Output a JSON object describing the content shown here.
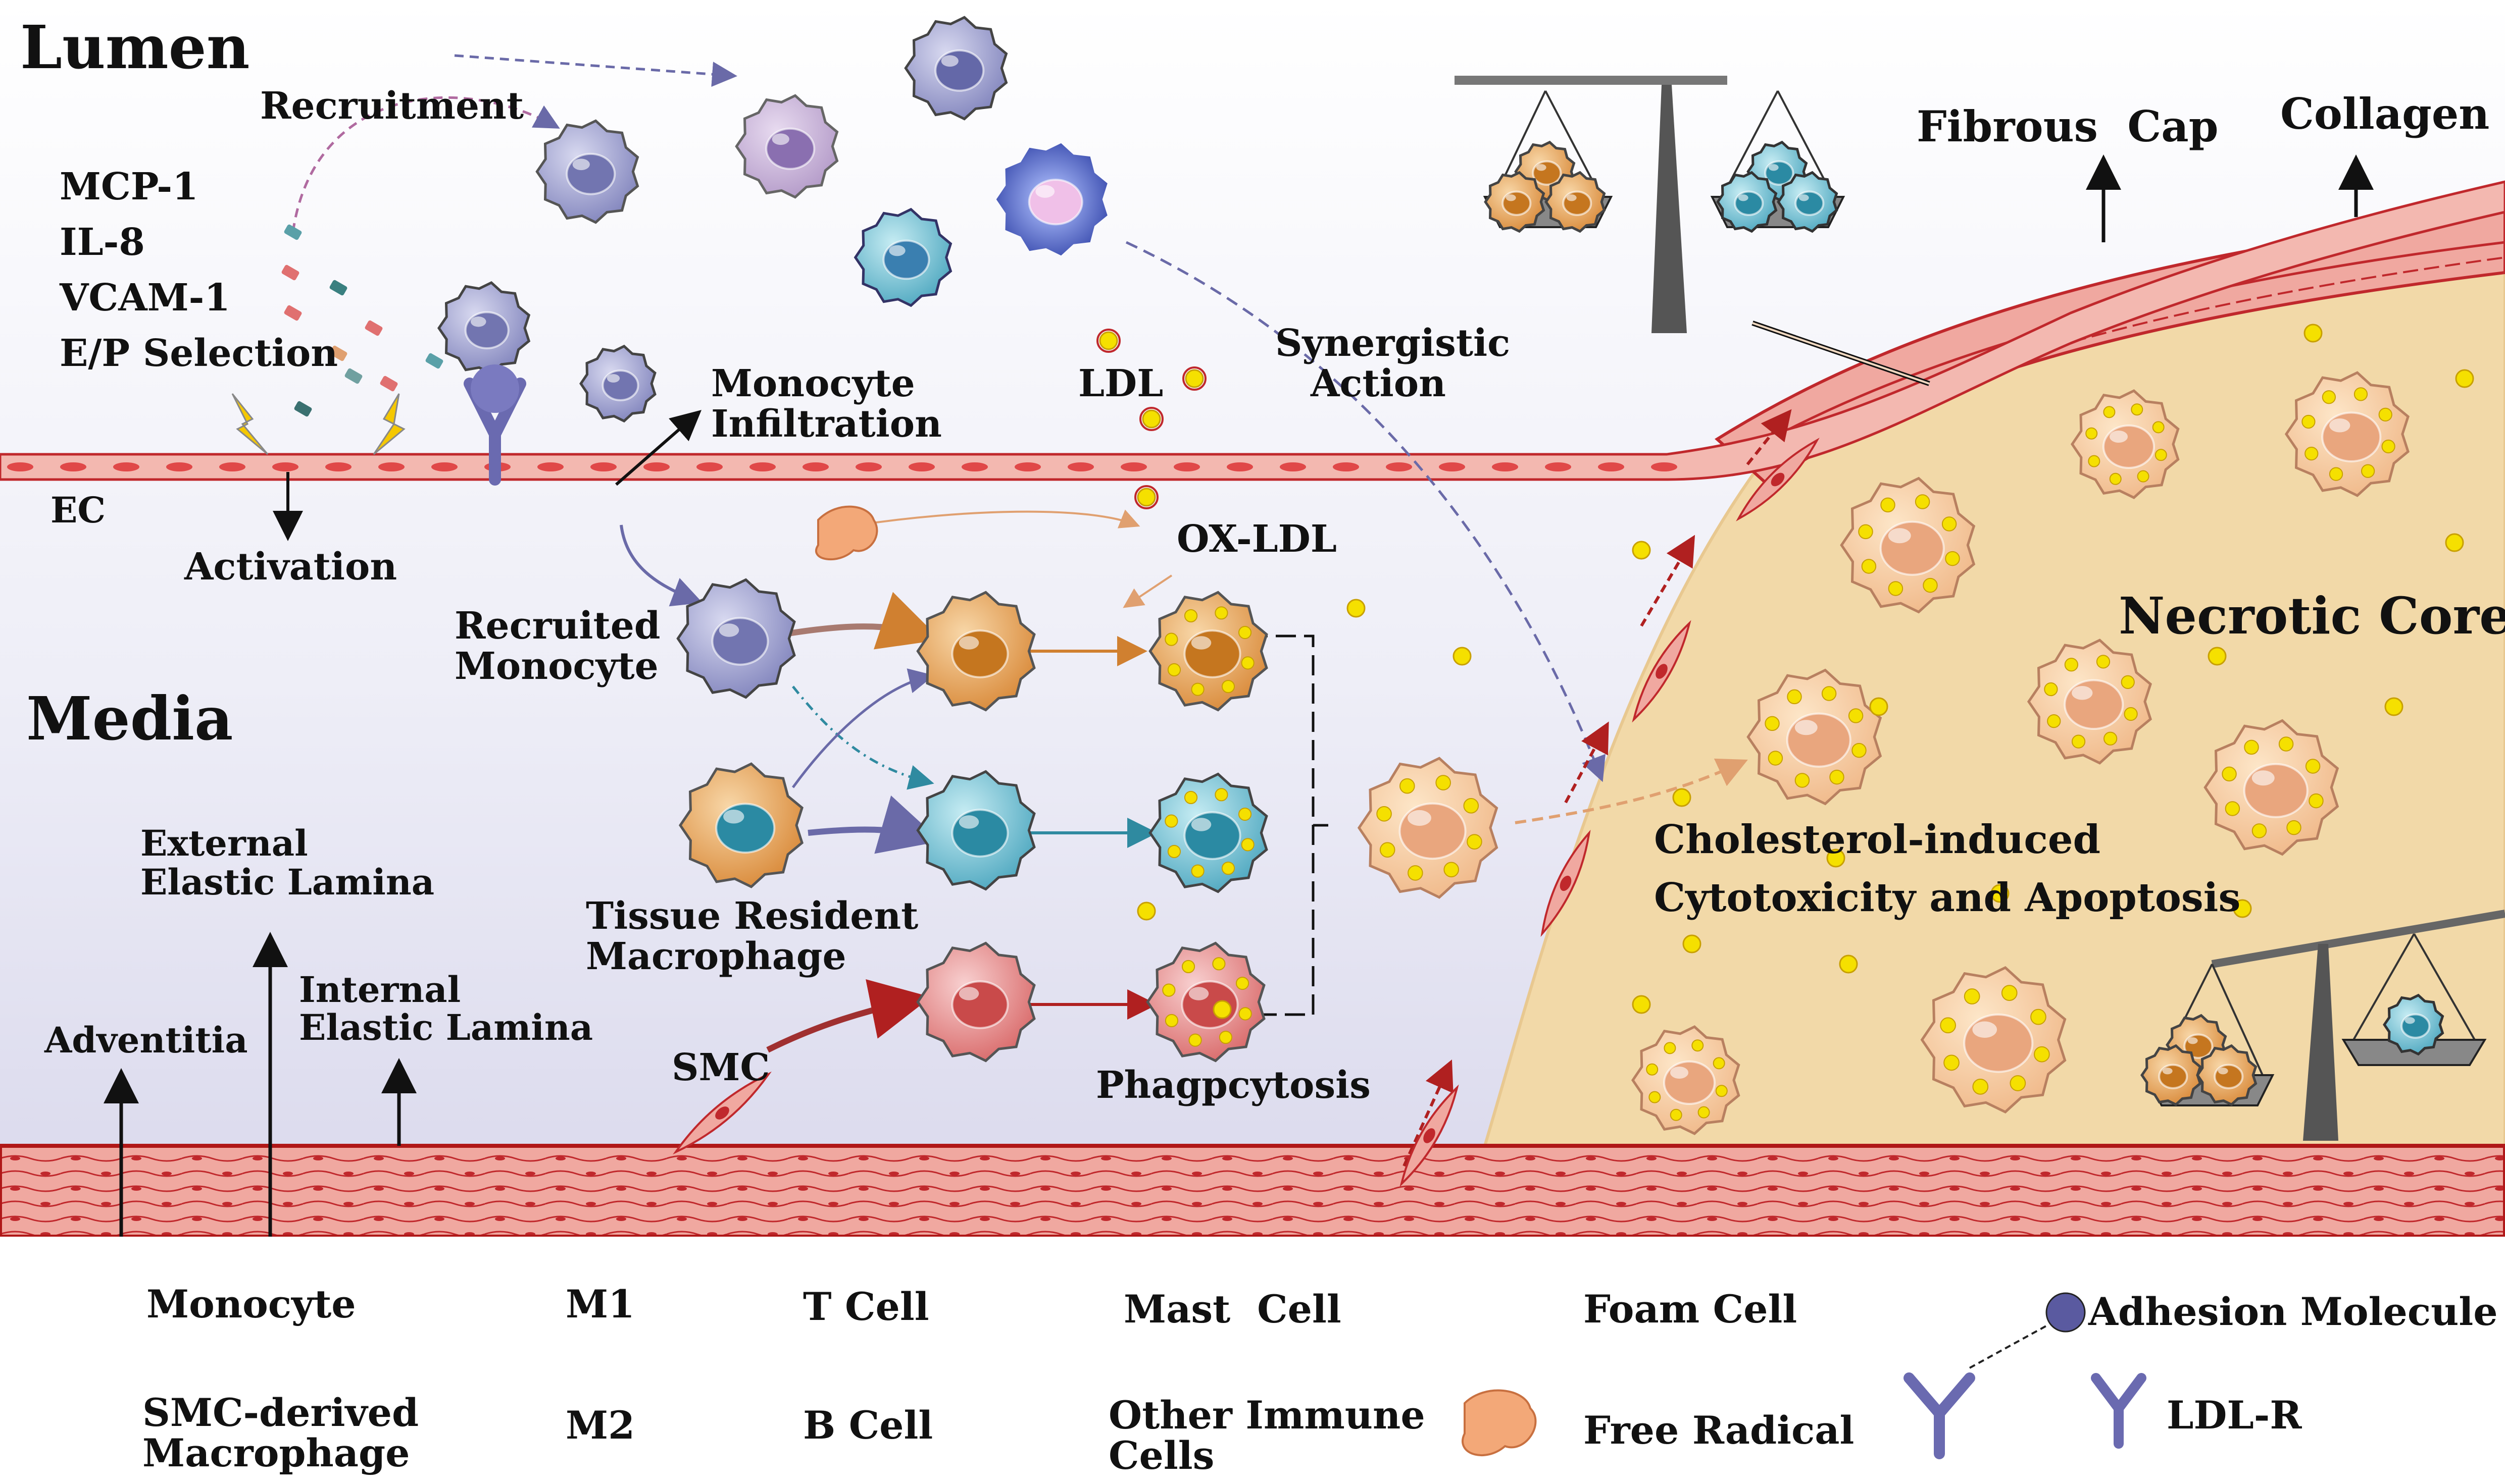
{
  "regions": {
    "lumen": "Lumen",
    "media": "Media",
    "necrotic_core": "Necrotic Core",
    "fibrous_cap": "Fibrous  Cap",
    "collagen": "Collagen",
    "ec": "EC",
    "adventitia": "Adventitia",
    "external_elastic_lamina": [
      "External",
      "Elastic Lamina"
    ],
    "internal_elastic_lamina": [
      "Internal",
      "Elastic Lamina"
    ]
  },
  "labels": {
    "recruitment": "Recruitment",
    "molecules": [
      "MCP-1",
      "IL-8",
      "VCAM-1",
      "E/P Selection"
    ],
    "activation": "Activation",
    "monocyte_infiltration": [
      "Monocyte",
      "Infiltration"
    ],
    "ldl": "LDL",
    "synergistic_action": [
      "Synergistic",
      "Action"
    ],
    "ox_ldl": "OX-LDL",
    "recruited_monocyte": [
      "Recruited",
      "Monocyte"
    ],
    "tissue_resident_macrophage": [
      "Tissue Resident",
      "Macrophage"
    ],
    "smc": "SMC",
    "phagocytosis": "Phagpcytosis",
    "cytotoxicity": [
      "Cholesterol-induced",
      "Cytotoxicity and Apoptosis"
    ]
  },
  "legend": {
    "monocyte": "Monocyte",
    "m1": "M1",
    "t_cell": "T Cell",
    "mast_cell": "Mast  Cell",
    "foam_cell": "Foam Cell",
    "adhesion_molecule": "Adhesion Molecule",
    "smc_macrophage": [
      "SMC-derived",
      "Macrophage"
    ],
    "m2": "M2",
    "b_cell": "B Cell",
    "other_immune": [
      "Other Immune",
      "Cells"
    ],
    "free_radical": "Free Radical",
    "ldl_r": "LDL-R"
  },
  "colors": {
    "monocyte": "#8a8cbf",
    "m1": "#d98a3a",
    "m2": "#3f9fb5",
    "smc_macrophage": "#d96a6a",
    "foam": "#f3c58a",
    "lipid": "#f5e000",
    "necrotic": "#f2d9a8",
    "wall": "#c0282c",
    "endothelium": "#f3b8b0"
  }
}
